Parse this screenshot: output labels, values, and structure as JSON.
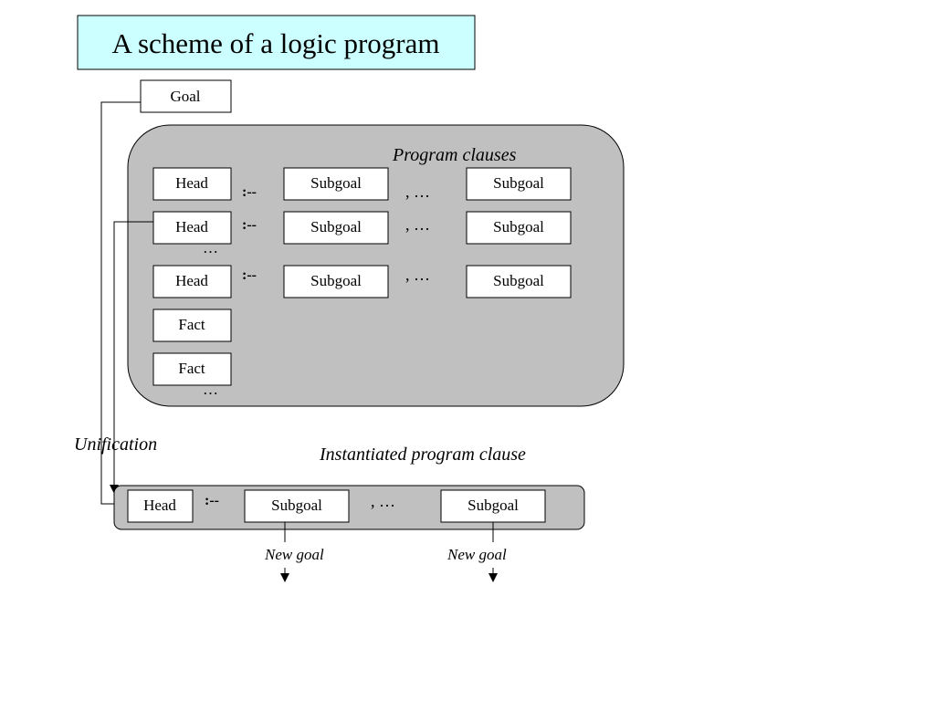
{
  "title": "A scheme of a logic program",
  "goal": "Goal",
  "program_clauses": {
    "label": "Program clauses",
    "rows": [
      {
        "head": "Head",
        "neck": ":--",
        "sub1": "Subgoal",
        "sep": ", …",
        "sub2": "Subgoal"
      },
      {
        "head": "Head",
        "neck": ":--",
        "sub1": "Subgoal",
        "sep": ", …",
        "sub2": "Subgoal"
      },
      {
        "head": "Head",
        "neck": ":--",
        "sub1": "Subgoal",
        "sep": ", …",
        "sub2": "Subgoal"
      }
    ],
    "ellipsis_1": "…",
    "facts": [
      "Fact",
      "Fact"
    ],
    "ellipsis_2": "…"
  },
  "unification": "Unification",
  "instantiated": {
    "label": "Instantiated program clause",
    "head": "Head",
    "neck": ":--",
    "sub1": "Subgoal",
    "sep": ", …",
    "sub2": "Subgoal"
  },
  "new_goals": [
    "New goal",
    "New goal"
  ],
  "colors": {
    "title_fill": "#ccffff",
    "panel_fill": "#c0c0c0"
  }
}
